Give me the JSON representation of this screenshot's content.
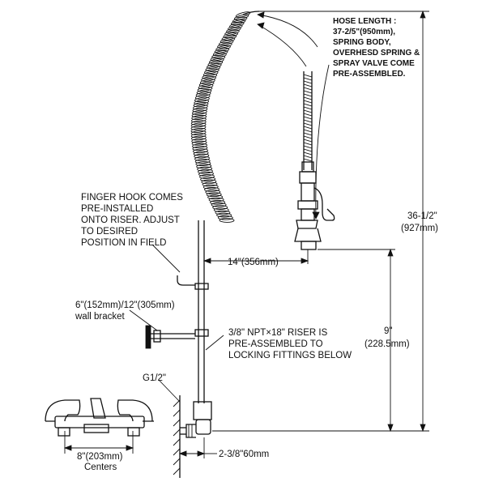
{
  "annotations": {
    "hose_note": [
      "HOSE LENGTH :",
      "37-2/5\"(950mm),",
      "SPRING BODY,",
      "OVERHESD SPRING &",
      "SPRAY VALVE COME",
      "PRE-ASSEMBLED."
    ],
    "hook_note": [
      "FINGER HOOK COMES",
      "PRE-INSTALLED",
      "ONTO RISER. ADJUST",
      "TO DESIRED",
      "POSITION IN FIELD"
    ],
    "bracket_note": [
      "6\"(152mm)/12\"(305mm)",
      "wall bracket"
    ],
    "riser_note": [
      "3/8\" NPT×18\" RISER IS",
      "PRE-ASSEMBLED TO",
      "LOCKING FITTINGS BELOW"
    ],
    "thread_label": "G1/2\"",
    "centers_note": [
      "8\"(203mm)",
      "Centers"
    ]
  },
  "dimensions": {
    "overall_height": [
      "36-1/2\"",
      "(927mm)"
    ],
    "reach": "14\"(356mm)",
    "spout_height": [
      "9\"",
      "(228.5mm)"
    ],
    "offset": "2-3/8\"60mm"
  }
}
